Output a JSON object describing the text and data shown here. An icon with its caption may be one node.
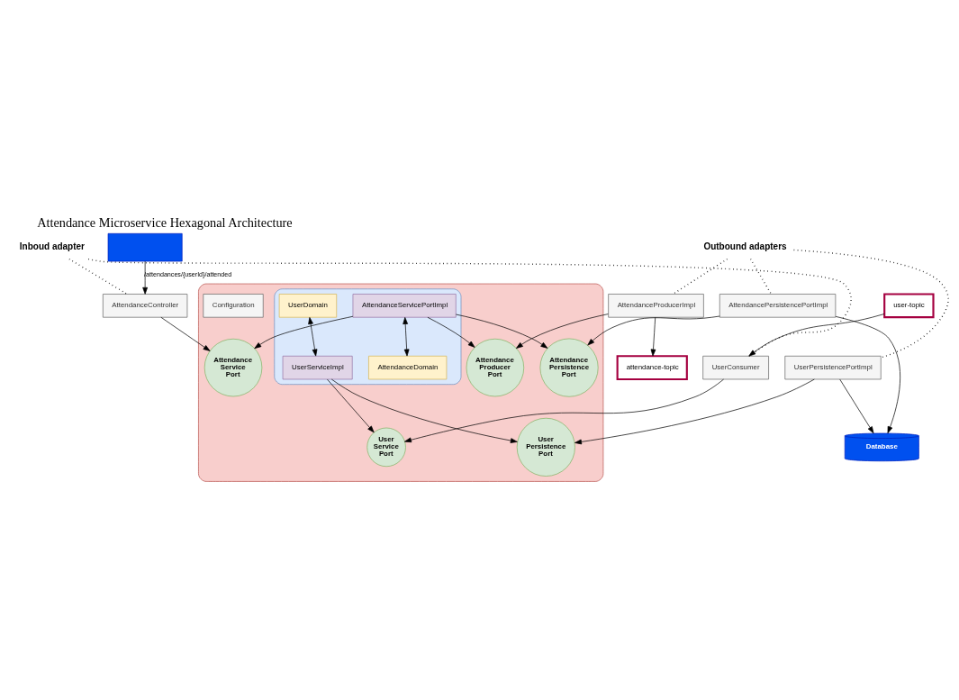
{
  "diagram": {
    "title": "Attendance Microservice Hexagonal Architecture",
    "nodes": [
      {
        "text": [],
        "shape": "hexagon"
      },
      {
        "text": [],
        "shape": "hexagon",
        "in": 0
      },
      {
        "text": [
          "Inboud adapter"
        ]
      },
      {
        "text": [],
        "shape": "box"
      },
      {
        "text": [
          "AttendanceController"
        ]
      },
      {
        "text": [
          "user-topic"
        ]
      },
      {
        "text": [
          "UserConsumer"
        ]
      },
      {
        "text": [
          "Attendance Service Port"
        ],
        "in": 0
      },
      {
        "text": [
          "User Service Port"
        ],
        "in": 0
      },
      {
        "text": [
          "AttendanceServicePortImpl"
        ],
        "in": 1
      },
      {
        "text": [
          "AttendanceDomain"
        ],
        "in": 1
      },
      {
        "text": [
          "UserDomain"
        ],
        "in": 1
      },
      {
        "text": [
          "UserServiceImpl"
        ],
        "in": 1
      },
      {
        "text": [
          "attendance-topic"
        ]
      },
      {
        "text": [
          "AttendanceProducerImpl"
        ]
      },
      {
        "text": [
          "Attendance Producer Port"
        ],
        "in": 0
      },
      {
        "text": [
          "Configuration"
        ],
        "in": 0
      },
      {
        "text": [
          "Attendance Persistence Port"
        ],
        "in": 0
      },
      {
        "text": [
          "User Persistence Port"
        ],
        "in": 0
      },
      {
        "text": [
          "Outbound adapters"
        ]
      },
      {
        "text": [
          "AttendancePersistencePortImpl"
        ]
      },
      {
        "text": [
          "UserPersistencePortImpl"
        ]
      },
      {
        "text": [
          "Database"
        ]
      }
    ],
    "edges": [
      {
        "from": 3,
        "to": 4,
        "arrow": "to",
        "label": "/attendances/{userId}/attended"
      },
      {
        "from": 4,
        "to": 7,
        "arrow": "to"
      },
      {
        "from": 5,
        "to": 6,
        "arrow": "to"
      },
      {
        "from": 6,
        "to": 8,
        "arrow": "to"
      },
      {
        "from": 9,
        "to": 7,
        "arrow": "to"
      },
      {
        "from": 9,
        "to": 15,
        "arrow": "to"
      },
      {
        "from": 9,
        "to": 17,
        "arrow": "to"
      },
      {
        "from": 9,
        "to": 10,
        "arrow": "both"
      },
      {
        "from": 11,
        "to": 12,
        "arrow": "both"
      },
      {
        "from": 12,
        "to": 8,
        "arrow": "to"
      },
      {
        "from": 12,
        "to": 18,
        "arrow": "to"
      },
      {
        "from": 14,
        "to": 13,
        "arrow": "to"
      },
      {
        "from": 14,
        "to": 15,
        "arrow": "to"
      },
      {
        "from": 20,
        "to": 17,
        "arrow": "to"
      },
      {
        "from": 21,
        "to": 18,
        "arrow": "to"
      },
      {
        "from": 20,
        "to": 22,
        "arrow": "to"
      },
      {
        "from": 21,
        "to": 22,
        "arrow": "to"
      },
      {
        "from": 2,
        "to": 6,
        "arrow": "none",
        "style": "dashed"
      },
      {
        "from": 2,
        "to": 4,
        "arrow": "none",
        "style": "dashed"
      },
      {
        "from": 19,
        "to": 14,
        "arrow": "none",
        "style": "dashed"
      },
      {
        "from": 19,
        "to": 20,
        "arrow": "none",
        "style": "dashed"
      },
      {
        "from": 19,
        "to": 21,
        "arrow": "none",
        "style": "dashed"
      }
    ]
  }
}
